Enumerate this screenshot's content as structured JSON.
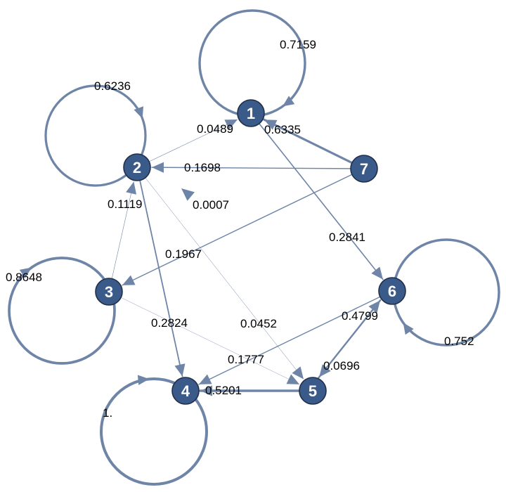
{
  "graph": {
    "nodes": [
      {
        "id": "1",
        "label": "1"
      },
      {
        "id": "2",
        "label": "2"
      },
      {
        "id": "3",
        "label": "3"
      },
      {
        "id": "4",
        "label": "4"
      },
      {
        "id": "5",
        "label": "5"
      },
      {
        "id": "6",
        "label": "6"
      },
      {
        "id": "7",
        "label": "7"
      }
    ],
    "edges": [
      {
        "from": "1",
        "to": "1",
        "weight": "0.7159"
      },
      {
        "from": "2",
        "to": "2",
        "weight": "0.6236"
      },
      {
        "from": "3",
        "to": "3",
        "weight": "0.8648"
      },
      {
        "from": "4",
        "to": "4",
        "weight": "1."
      },
      {
        "from": "6",
        "to": "6",
        "weight": "0.752"
      },
      {
        "from": "2",
        "to": "1",
        "weight": "0.0489"
      },
      {
        "from": "7",
        "to": "1",
        "weight": "0.6335"
      },
      {
        "from": "7",
        "to": "2",
        "weight": "0.1698"
      },
      {
        "from": "7",
        "to": "2",
        "weight": "0.0007"
      },
      {
        "from": "3",
        "to": "2",
        "weight": "0.1119"
      },
      {
        "from": "1",
        "to": "6",
        "weight": "0.2841"
      },
      {
        "from": "7",
        "to": "3",
        "weight": "0.1967"
      },
      {
        "from": "2",
        "to": "4",
        "weight": "0.2824"
      },
      {
        "from": "2",
        "to": "5",
        "weight": "0.0452"
      },
      {
        "from": "3",
        "to": "5",
        "weight": "0.1777"
      },
      {
        "from": "6",
        "to": "4",
        "weight": "0.4799"
      },
      {
        "from": "5",
        "to": "6",
        "weight": "0.0696"
      },
      {
        "from": "6",
        "to": "5",
        "weight": ""
      },
      {
        "from": "5",
        "to": "4",
        "weight": "0.5201"
      }
    ]
  }
}
